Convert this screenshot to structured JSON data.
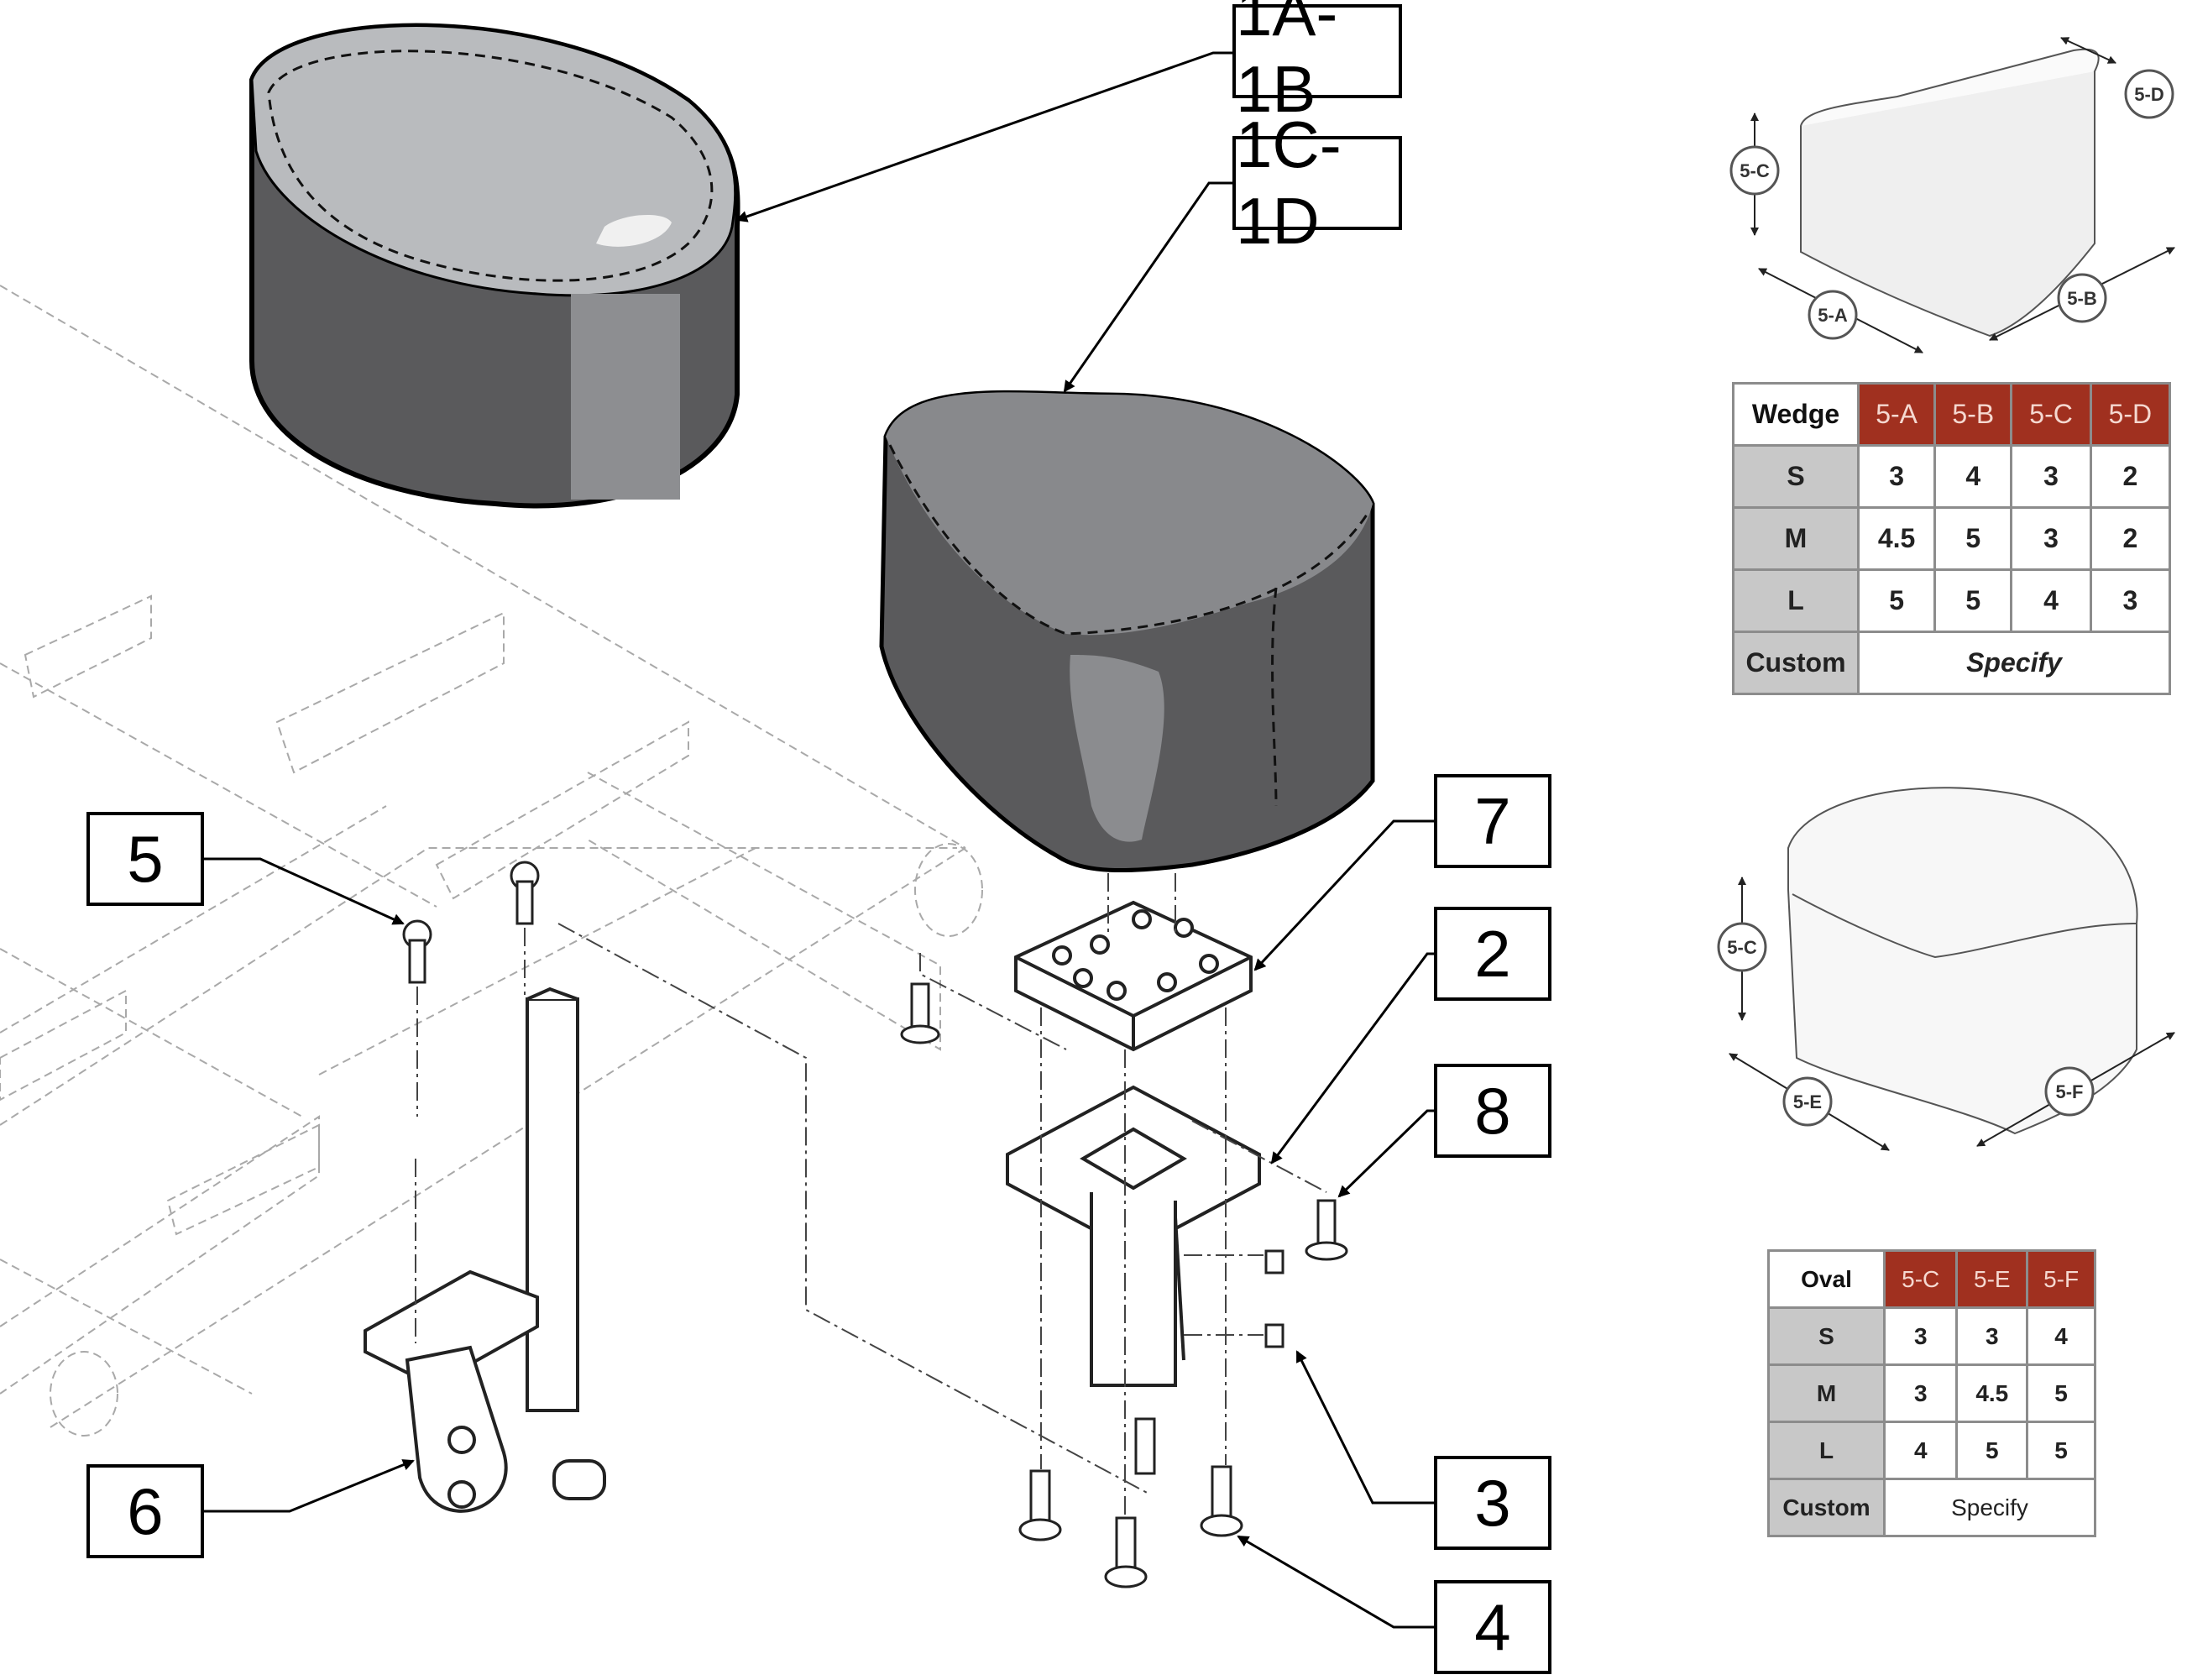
{
  "callouts": [
    {
      "id": "1a-1b",
      "label": "1A-1B"
    },
    {
      "id": "1c-1d",
      "label": "1C-1D"
    },
    {
      "id": "7",
      "label": "7"
    },
    {
      "id": "2",
      "label": "2"
    },
    {
      "id": "8",
      "label": "8"
    },
    {
      "id": "5",
      "label": "5"
    },
    {
      "id": "6",
      "label": "6"
    },
    {
      "id": "3",
      "label": "3"
    },
    {
      "id": "4",
      "label": "4"
    }
  ],
  "wedge_dimension_tags": [
    "5-A",
    "5-B",
    "5-C",
    "5-D"
  ],
  "oval_dimension_tags": [
    "5-C",
    "5-E",
    "5-F"
  ],
  "wedge_table": {
    "header": [
      "Wedge",
      "5-A",
      "5-B",
      "5-C",
      "5-D"
    ],
    "rows": [
      {
        "size": "S",
        "values": [
          "3",
          "4",
          "3",
          "2"
        ]
      },
      {
        "size": "M",
        "values": [
          "4.5",
          "5",
          "3",
          "2"
        ]
      },
      {
        "size": "L",
        "values": [
          "5",
          "5",
          "4",
          "3"
        ]
      }
    ],
    "custom_label": "Custom",
    "custom_value": "Specify"
  },
  "oval_table": {
    "header": [
      "Oval",
      "5-C",
      "5-E",
      "5-F"
    ],
    "rows": [
      {
        "size": "S",
        "values": [
          "3",
          "3",
          "4"
        ]
      },
      {
        "size": "M",
        "values": [
          "3",
          "4.5",
          "5"
        ]
      },
      {
        "size": "L",
        "values": [
          "4",
          "5",
          "5"
        ]
      }
    ],
    "custom_label": "Custom",
    "custom_value": "Specify"
  },
  "colors": {
    "header_red": "#a0301f",
    "row_gray": "#c8c8c8",
    "pad_dark": "#5a5a5c",
    "pad_light": "#b9bbbe"
  }
}
